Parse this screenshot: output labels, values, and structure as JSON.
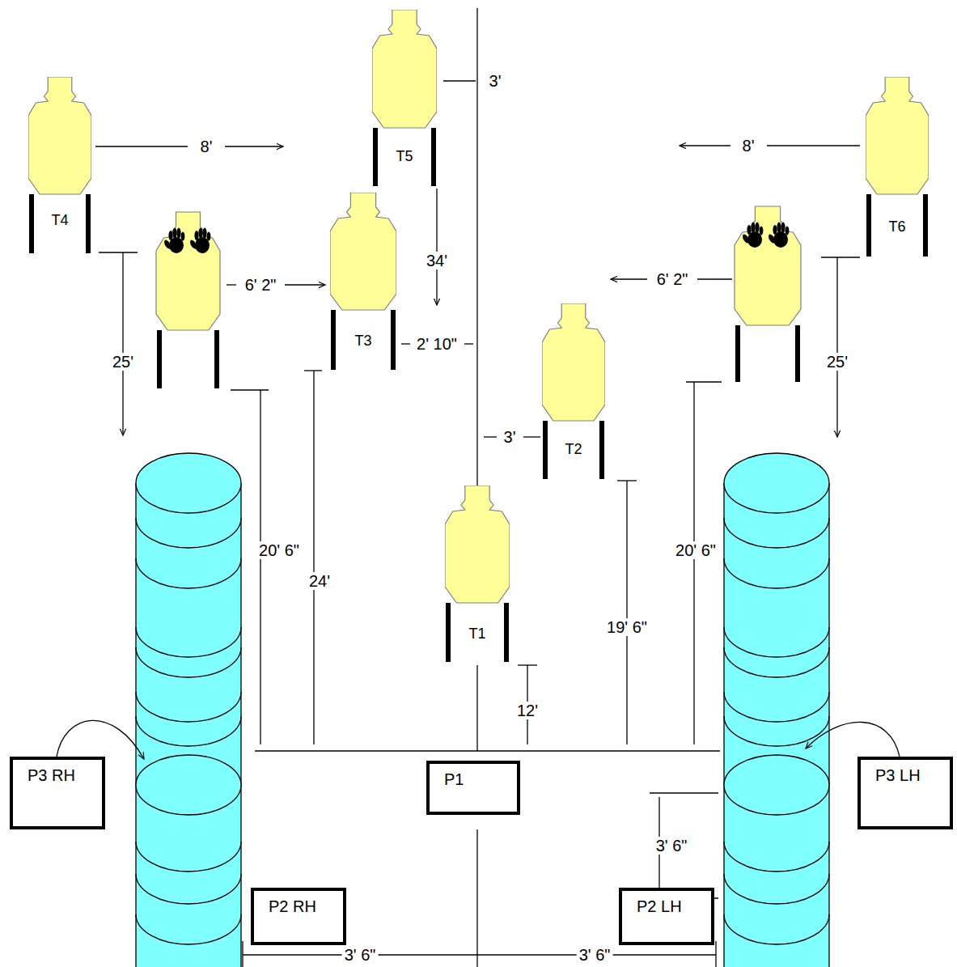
{
  "diagram": {
    "nodes": [
      {
        "text": [
          "T5"
        ]
      },
      {
        "text": [
          "T4"
        ]
      },
      {
        "text": [
          "T6"
        ]
      },
      {
        "text": [
          "T3"
        ]
      },
      {
        "text": [
          "T2"
        ]
      },
      {
        "text": [
          "T1"
        ]
      },
      {
        "text": [
          "P3 RH"
        ]
      },
      {
        "text": [
          "P1"
        ]
      },
      {
        "text": [
          "P3 LH"
        ]
      },
      {
        "text": [
          "P2 RH"
        ]
      },
      {
        "text": [
          "P2 LH"
        ]
      }
    ],
    "labels": [
      "8'",
      "3'",
      "8'",
      "6' 2\"",
      "34'",
      "6' 2\"",
      "2' 10\"",
      "25'",
      "3'",
      "25'",
      "20' 6\"",
      "24'",
      "20' 6\"",
      "19' 6\"",
      "12'",
      "3' 6\"",
      "3' 6\"",
      "3' 6\""
    ]
  }
}
